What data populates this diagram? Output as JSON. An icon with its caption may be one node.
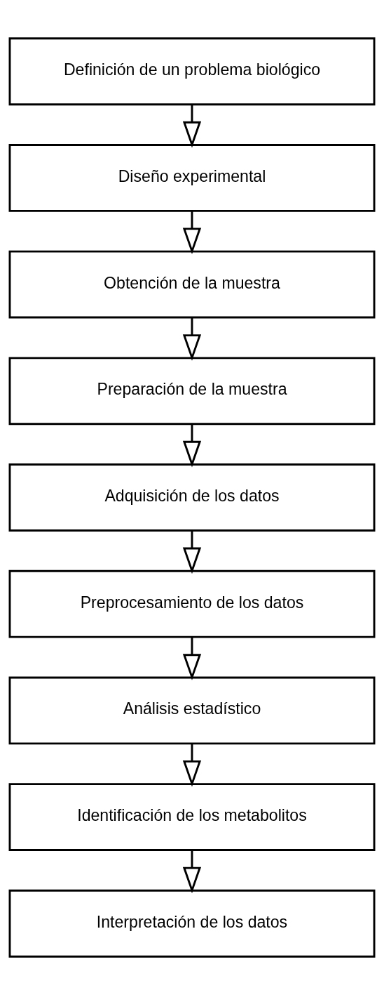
{
  "diagram": {
    "nodes": [
      {
        "text": [
          "Definición de un problema biológico"
        ]
      },
      {
        "text": [
          "Diseño experimental"
        ]
      },
      {
        "text": [
          "Obtención de la muestra"
        ]
      },
      {
        "text": [
          "Preparación de la muestra"
        ]
      },
      {
        "text": [
          "Adquisición de los datos"
        ]
      },
      {
        "text": [
          "Preprocesamiento de los datos"
        ]
      },
      {
        "text": [
          "Análisis estadístico"
        ]
      },
      {
        "text": [
          "Identificación de los metabolitos"
        ]
      },
      {
        "text": [
          "Interpretación de los datos"
        ]
      }
    ],
    "edges": [
      {
        "from": 0,
        "to": 1,
        "arrow": "to"
      },
      {
        "from": 1,
        "to": 2,
        "arrow": "to"
      },
      {
        "from": 2,
        "to": 3,
        "arrow": "to"
      },
      {
        "from": 3,
        "to": 4,
        "arrow": "to"
      },
      {
        "from": 4,
        "to": 5,
        "arrow": "to"
      },
      {
        "from": 5,
        "to": 6,
        "arrow": "to"
      },
      {
        "from": 6,
        "to": 7,
        "arrow": "to"
      },
      {
        "from": 7,
        "to": 8,
        "arrow": "to"
      }
    ]
  }
}
